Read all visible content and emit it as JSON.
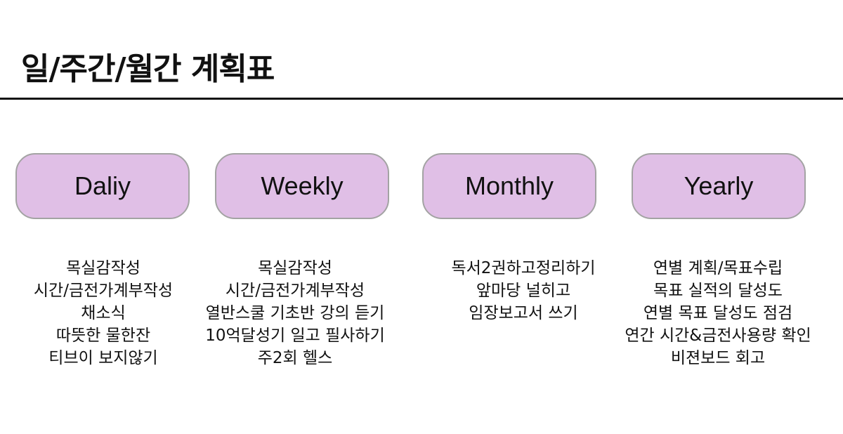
{
  "title": "일/주간/월간 계획표",
  "columns": [
    {
      "label": "Daliy",
      "items": [
        "목실감작성",
        "시간/금전가계부작성",
        "채소식",
        "따뜻한 물한잔",
        "티브이 보지않기"
      ]
    },
    {
      "label": "Weekly",
      "items": [
        "목실감작성",
        "시간/금전가계부작성",
        "열반스쿨 기초반 강의 듣기",
        "10억달성기 일고 필사하기",
        "주2회 헬스"
      ]
    },
    {
      "label": "Monthly",
      "items": [
        "독서2권하고정리하기",
        "앞마당 널히고",
        "임장보고서 쓰기"
      ]
    },
    {
      "label": "Yearly",
      "items": [
        "연별 계획/목표수립",
        "목표 실적의 달성도",
        "연별 목표 달성도 점검",
        "연간 시간&금전사용량 확인",
        "비젼보드 회고"
      ]
    }
  ],
  "colors": {
    "pill_fill": "#e0bfe6",
    "pill_border": "#a3a3a3"
  }
}
